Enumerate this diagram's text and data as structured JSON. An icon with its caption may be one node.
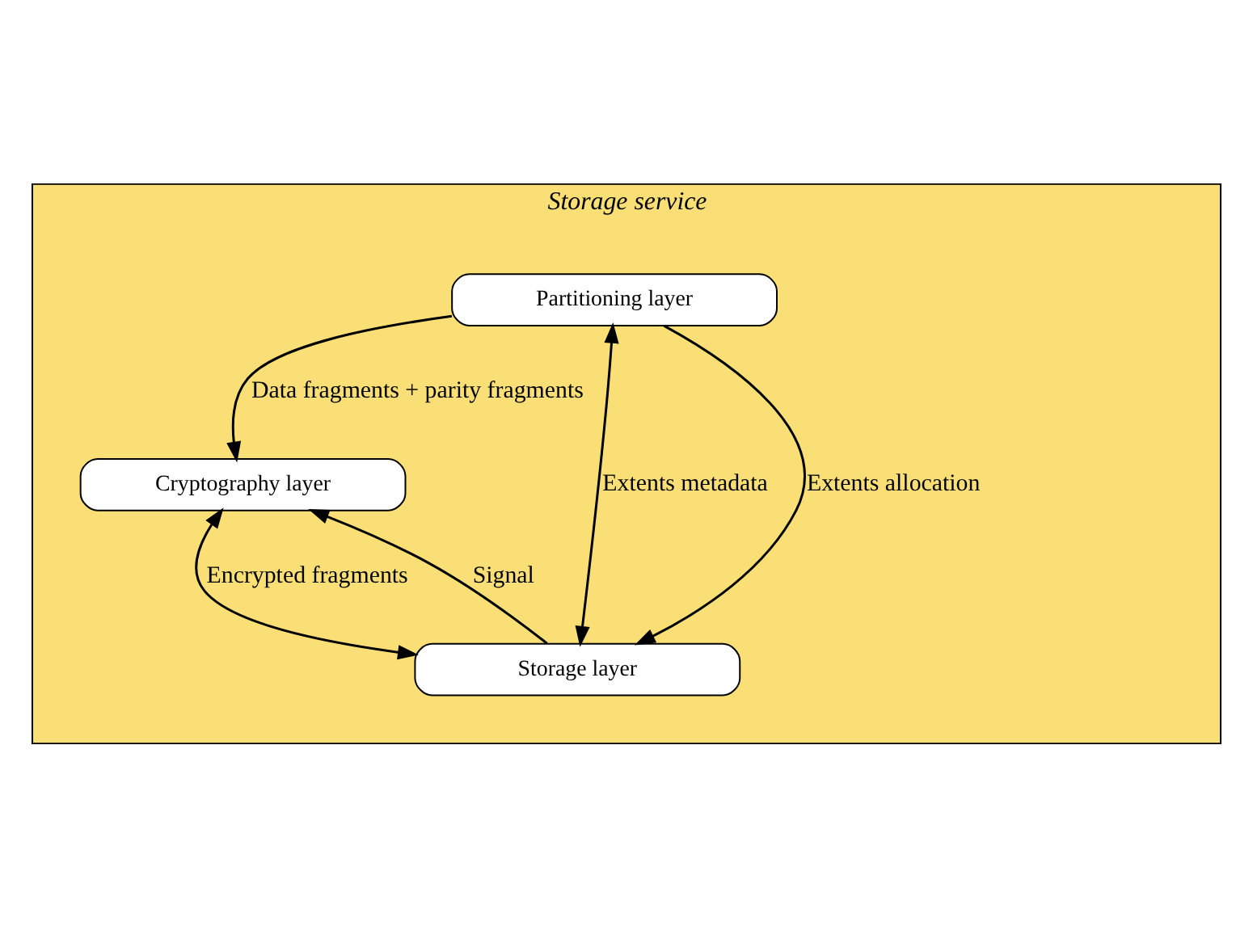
{
  "diagram": {
    "nodes": [
      {
        "text": [
          "Storage service"
        ]
      },
      {
        "text": [
          "Partitioning layer"
        ],
        "in": 0
      },
      {
        "text": [
          "Cryptography layer"
        ],
        "in": 0
      },
      {
        "text": [
          "Storage layer"
        ],
        "in": 0
      }
    ],
    "edges": [
      {
        "from": 1,
        "to": 2,
        "arrow": "to",
        "label": "Data fragments + parity fragments"
      },
      {
        "from": 2,
        "to": 3,
        "arrow": "both",
        "label": "Encrypted fragments"
      },
      {
        "from": 3,
        "to": 2,
        "arrow": "to",
        "label": "Signal"
      },
      {
        "from": 1,
        "to": 3,
        "arrow": "both",
        "label": "Extents metadata"
      },
      {
        "from": 1,
        "to": 3,
        "arrow": "to",
        "label": "Extents allocation"
      }
    ]
  }
}
